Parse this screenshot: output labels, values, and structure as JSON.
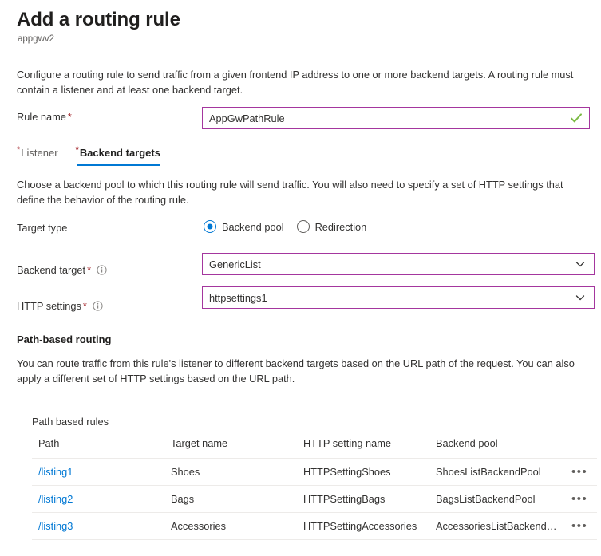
{
  "header": {
    "title": "Add a routing rule",
    "subtitle": "appgwv2"
  },
  "intro": "Configure a routing rule to send traffic from a given frontend IP address to one or more backend targets. A routing rule must contain a listener and at least one backend target.",
  "rule_name": {
    "label": "Rule name",
    "required_star": "*",
    "value": "AppGwPathRule",
    "placeholder": "",
    "valid_icon": "green-check-icon",
    "border_color": "#a4369e",
    "check_color": "#7cbb45"
  },
  "tabs": [
    {
      "label": "Listener",
      "required_star": "*",
      "active": false
    },
    {
      "label": "Backend targets",
      "required_star": "*",
      "active": true
    }
  ],
  "tab_accent_color": "#0078d4",
  "section_desc": "Choose a backend pool to which this routing rule will send traffic. You will also need to specify a set of HTTP settings that define the behavior of the routing rule.",
  "target_type": {
    "label": "Target type",
    "options": [
      {
        "label": "Backend pool",
        "selected": true
      },
      {
        "label": "Redirection",
        "selected": false
      }
    ],
    "accent_color": "#0078d4"
  },
  "backend_target": {
    "label": "Backend target",
    "required_star": "*",
    "info_icon": "info-circle-icon",
    "value": "GenericList",
    "chevron_icon": "chevron-down-icon"
  },
  "http_settings": {
    "label": "HTTP settings",
    "required_star": "*",
    "info_icon": "info-circle-icon",
    "value": "httpsettings1",
    "chevron_icon": "chevron-down-icon"
  },
  "path_based_routing": {
    "title": "Path-based routing",
    "description": "You can route traffic from this rule's listener to different backend targets based on the URL path of the request. You can also apply a different set of HTTP settings based on the URL path."
  },
  "table": {
    "caption": "Path based rules",
    "columns": [
      "Path",
      "Target name",
      "HTTP setting name",
      "Backend pool"
    ],
    "rows": [
      {
        "path": "/listing1",
        "target_name": "Shoes",
        "http_setting_name": "HTTPSettingShoes",
        "backend_pool": "ShoesListBackendPool",
        "menu": "•••"
      },
      {
        "path": "/listing2",
        "target_name": "Bags",
        "http_setting_name": "HTTPSettingBags",
        "backend_pool": "BagsListBackendPool",
        "menu": "•••"
      },
      {
        "path": "/listing3",
        "target_name": "Accessories",
        "http_setting_name": "HTTPSettingAccessories",
        "backend_pool": "AccessoriesListBackendP...",
        "menu": "•••"
      }
    ],
    "link_color": "#0078d4"
  }
}
